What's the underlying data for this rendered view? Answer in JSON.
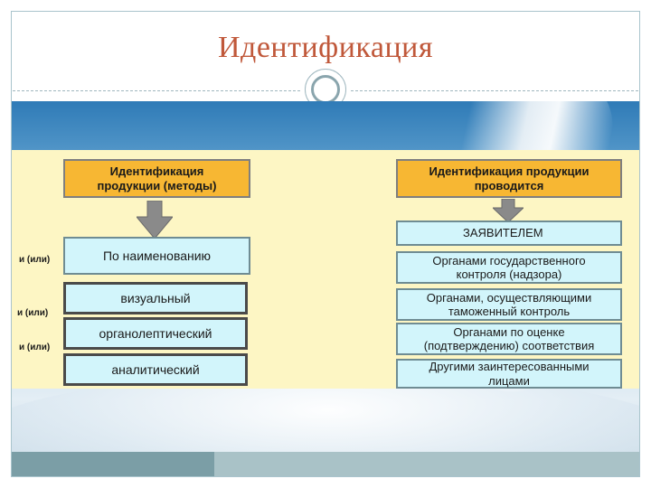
{
  "slide": {
    "title": "Идентификация"
  },
  "diagram": {
    "left": {
      "header": "Идентификация продукции (методы)",
      "items": [
        "По наименованию",
        "визуальный",
        "органолептический",
        "аналитический"
      ],
      "connectors": [
        "и (или)",
        "и (или)",
        "и (или)"
      ]
    },
    "right": {
      "header": "Идентификация продукции проводится",
      "items": [
        "ЗАЯВИТЕЛЕМ",
        "Органами государственного контроля (надзора)",
        "Органами, осуществляющими таможенный контроль",
        "Органами по оценке (подтверждению) соответствия",
        "Другими заинтересованными лицами"
      ]
    }
  },
  "colors": {
    "title": "#c0583a",
    "header_fill": "#f7b733",
    "item_fill": "#d2f5fb",
    "panel_fill": "#fdf6c4",
    "arrow": "#8a8a8a"
  }
}
